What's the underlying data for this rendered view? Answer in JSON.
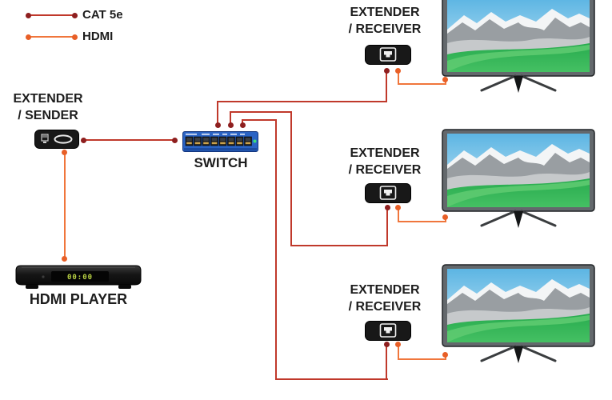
{
  "legend": {
    "items": [
      {
        "id": "cat5e",
        "label": "CAT 5e",
        "color": "#c0392b"
      },
      {
        "id": "hdmi",
        "label": "HDMI",
        "color": "#f0763c"
      }
    ]
  },
  "sender": {
    "title_line1": "EXTENDER",
    "title_line2": "/ SENDER"
  },
  "network_switch": {
    "label": "SWITCH"
  },
  "player": {
    "label": "HDMI PLAYER",
    "display_value": "00:00"
  },
  "receivers": [
    {
      "title_line1": "EXTENDER",
      "title_line2": "/ RECEIVER"
    },
    {
      "title_line1": "EXTENDER",
      "title_line2": "/ RECEIVER"
    },
    {
      "title_line1": "EXTENDER",
      "title_line2": "/ RECEIVER"
    }
  ],
  "colors": {
    "cat5e_line": "#c0392b",
    "cat5e_dot": "#8e1f1f",
    "hdmi_line": "#f0763c",
    "hdmi_dot": "#e85f27",
    "switch_body": "#2a63c4",
    "text": "#1d1d1d"
  }
}
